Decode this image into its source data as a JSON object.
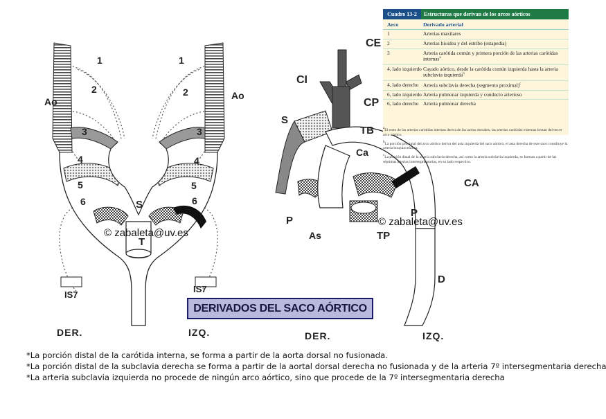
{
  "left_figure": {
    "labels": {
      "ao": "Ao",
      "s": "S",
      "t": "T",
      "is7": "IS7",
      "der": "DER.",
      "izq": "IZQ."
    },
    "arch_numbers": [
      "1",
      "2",
      "3",
      "4",
      "5",
      "6"
    ],
    "watermark": "© zabaleta@uv.es"
  },
  "right_figure": {
    "labels": {
      "ce": "CE",
      "ci": "CI",
      "cp": "CP",
      "s": "S",
      "tb": "TB",
      "ca_lower": "Ca",
      "ca": "CA",
      "p_left": "P",
      "p_right": "P",
      "as": "As",
      "tp": "TP",
      "d": "D",
      "der": "DER.",
      "izq": "IZQ."
    },
    "watermark": "© zabaleta@uv.es"
  },
  "banner": "DERIVADOS DEL SACO AÓRTICO",
  "table": {
    "number": "Cuadro 13-2",
    "title": "Estructuras que derivan de los arcos aórticos",
    "col_arch": "Arco",
    "col_derivative": "Derivado arterial",
    "rows": [
      {
        "arch": "1",
        "derivative": "Arterias maxilares"
      },
      {
        "arch": "2",
        "derivative": "Arterias hioidea y del estribo (estapedia)"
      },
      {
        "arch": "3",
        "derivative": "Arteria carótida común y primera porción de las arterias carótidas internas",
        "sup": "a"
      },
      {
        "arch": "4, lado izquierdo",
        "derivative": "Cayado aórtico, desde la carótida común izquierda hasta la arteria subclavia izquierda",
        "sup": "b"
      },
      {
        "arch": "4, lado derecho",
        "derivative": "Arteria subclavia derecha (segmento proximal)",
        "sup": "c"
      },
      {
        "arch": "6, lado izquierdo",
        "derivative": "Arteria pulmonar izquierda y conducto arterioso"
      },
      {
        "arch": "6, lado derecho",
        "derivative": "Arteria pulmonar derecha"
      }
    ],
    "footnotes": [
      {
        "mark": "a",
        "text": "El resto de las arterias carótidas internas deriva de las aortas dorsales; las arterias carótidas externas brotan del tercer arco aórtico."
      },
      {
        "mark": "b",
        "text": "La porción proximal del arco aórtico deriva del asta izquierda del saco aórtico; el asta derecha de este saco constituye la arteria braquiocefálica."
      },
      {
        "mark": "c",
        "text": "La porción distal de la arteria subclavia derecha, así como la arteria subclavia izquierda, se forman a partir de las séptimas arterias intersegmentarias, en su lado respectivo."
      }
    ]
  },
  "notes": [
    "*La porción distal de la carótida interna, se forma a partir de la aorta dorsal no fusionada.",
    "*La porción distal de la subclavia derecha se forma a partir de la aortal dorsal derecha no fusionada y de la arteria 7º intersegmentaria derecha",
    "*La arteria subclavia izquierda no procede de ningún arco aórtico, sino que procede de la 7º intersegmentaria derecha"
  ],
  "colors": {
    "table_header": "#1f7a45",
    "table_number": "#1a4f8a",
    "table_bg": "#fdf6dd",
    "banner_bg": "#b9b9dd"
  }
}
